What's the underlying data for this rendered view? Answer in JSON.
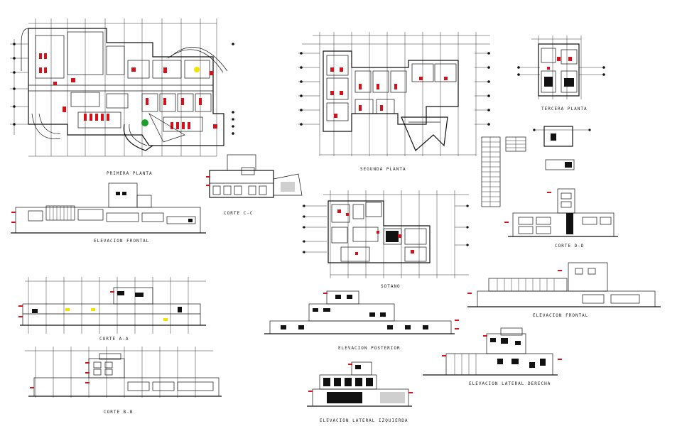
{
  "drawing": {
    "labels": {
      "primera_planta": "PRIMERA PLANTA",
      "segunda_planta": "SEGUNDA PLANTA",
      "tercera_planta": "TERCERA PLANTA",
      "corte_cc": "CORTE C-C",
      "elevacion_frontal_1": "ELEVACION FRONTAL",
      "sotano": "SOTANO",
      "corte_dd": "CORTE D-D",
      "corte_aa": "CORTE A-A",
      "elevacion_posterior": "ELEVACION POSTERIOR",
      "elevacion_frontal_2": "ELEVACION FRONTAL",
      "corte_bb": "CORTE B-B",
      "elevacion_lateral_derecha": "ELEVACION LATERAL DERECHA",
      "elevacion_lateral_izquierda": "ELEVACION LATERAL IZQUIERDA"
    },
    "colors": {
      "line": "#111111",
      "accent_red": "#d4121c",
      "accent_yellow": "#f4e300",
      "accent_green": "#1a9f2a"
    }
  }
}
